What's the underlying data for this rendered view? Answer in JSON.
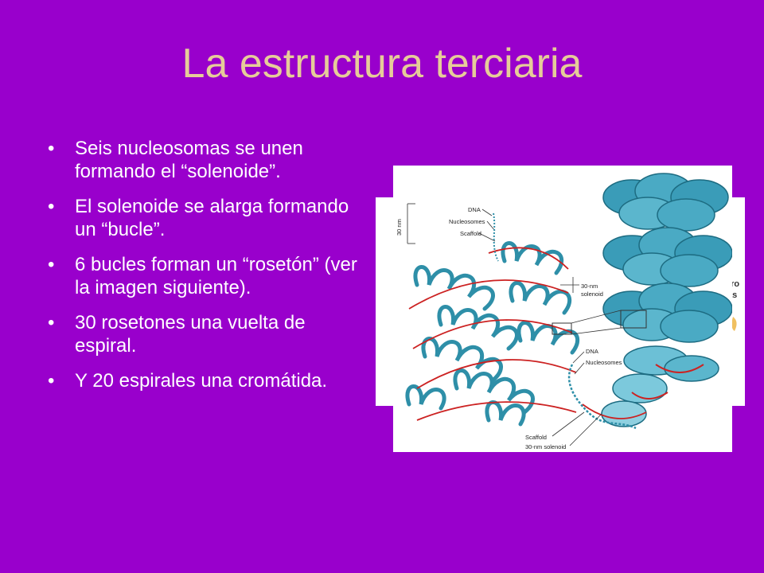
{
  "slide": {
    "title": "La estructura terciaria",
    "bullet_glyph": "•",
    "bullets": [
      "Seis nucleosomas se unen formando el “solenoide”.",
      "El solenoide se alarga formando un “bucle”.",
      "6 bucles forman un “rosetón” (ver la imagen siguiente).",
      "30 rosetones una vuelta de espiral.",
      "Y 20 espirales una cromátida."
    ]
  },
  "figure": {
    "labels": {
      "dna_top": "DNA",
      "nucleosomes_top": "Nucleosomes",
      "scaffold_top": "Scaffold",
      "scale": "30 nm",
      "solenoid_mid_1": "30-nm",
      "solenoid_mid_2": "solenoid",
      "dna_bottom": "DNA",
      "nucleosomes_bottom": "Nucleosomes",
      "scaffold_bottom": "Scaffold",
      "solenoid_bottom": "30-nm solenoid",
      "cropped_1": "ero",
      "cropped_2": "as"
    },
    "colors": {
      "fiber": "#2e8fa8",
      "fiber_light": "#8fd0e0",
      "scaffold": "#cc2222",
      "background": "#ffffff"
    }
  }
}
